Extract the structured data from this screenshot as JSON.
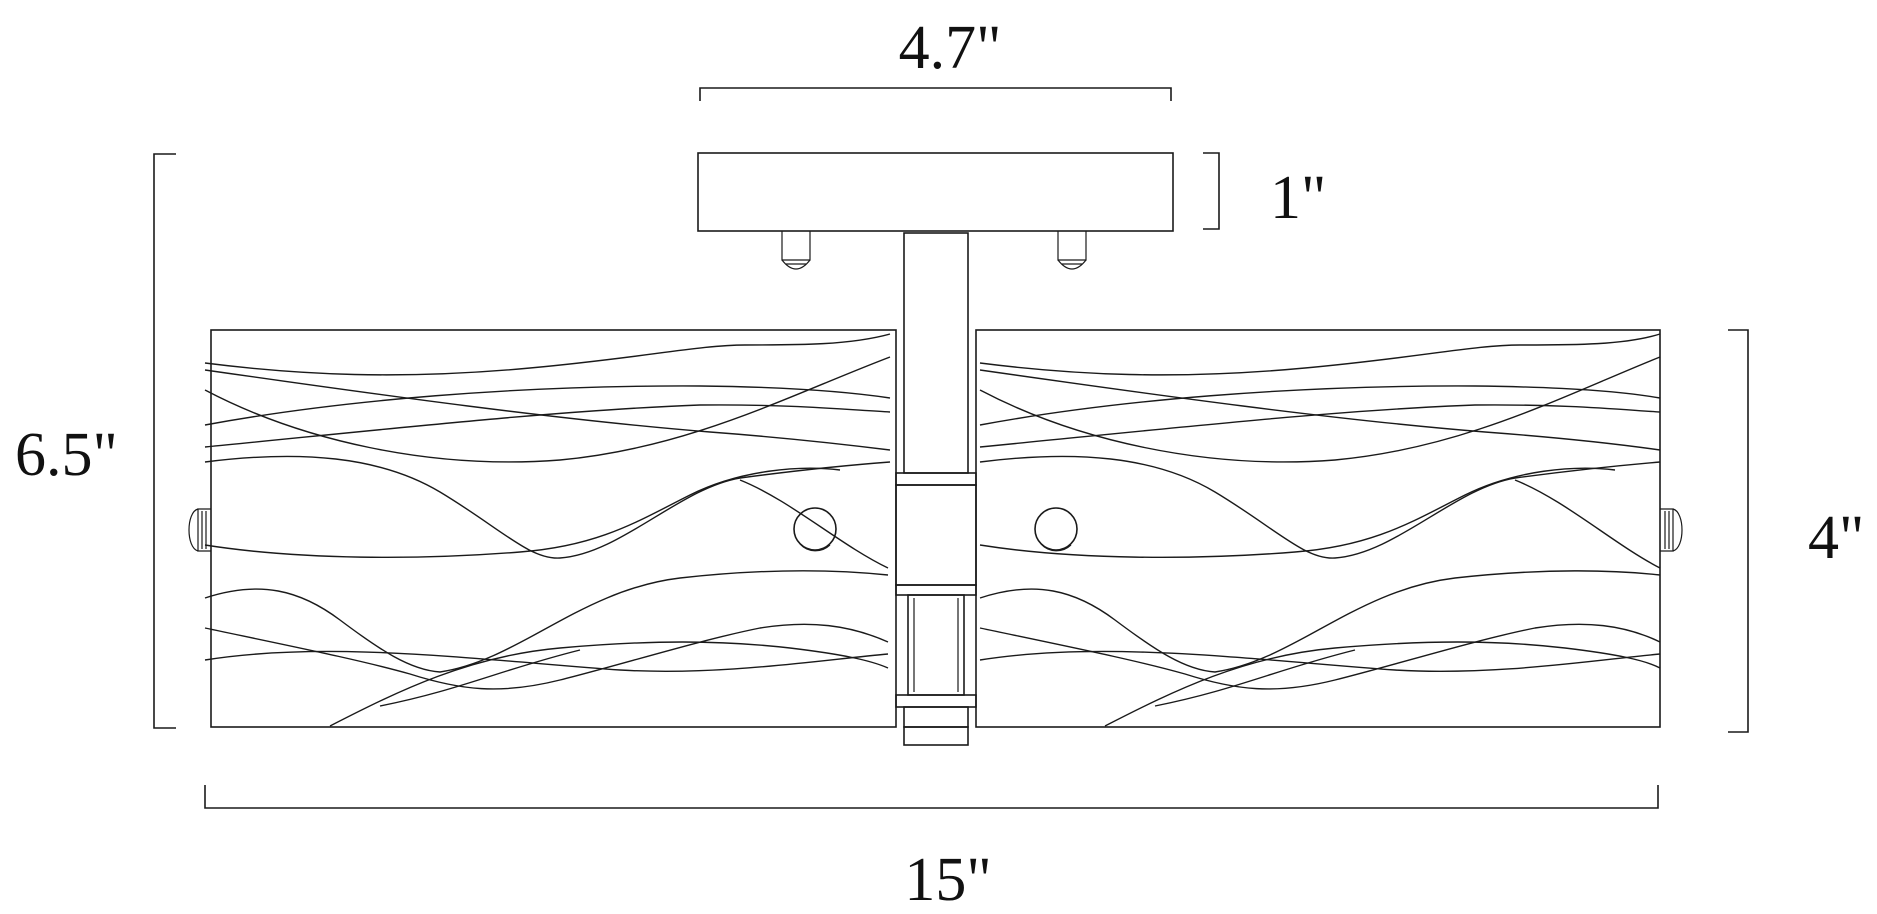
{
  "dimensions": {
    "canopy_width": "4.7\"",
    "canopy_height": "1\"",
    "overall_height": "6.5\"",
    "shade_height": "4\"",
    "overall_width": "15\""
  },
  "colors": {
    "line": "#1a1a1a",
    "background": "#ffffff"
  }
}
